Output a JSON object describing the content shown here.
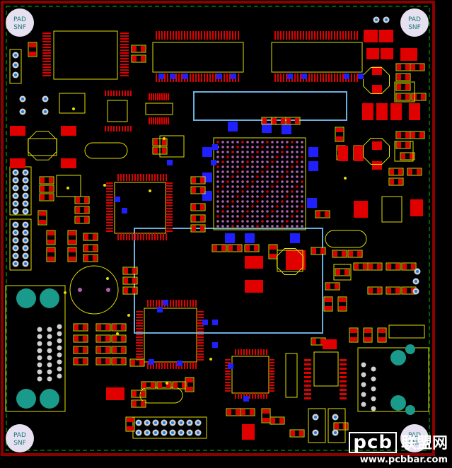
{
  "board": {
    "background": "#000000",
    "border_color": "#8b0000",
    "keepout_color": "#00c000",
    "pad_color": "#e00000",
    "silk_color": "#e0e000",
    "via_color": "#b060b0",
    "bottom_pad_color": "#2020ff",
    "highlight_color": "#6ab0e0"
  },
  "corner_pads": [
    {
      "id": "tl",
      "line1": "PAD",
      "line2": "SNF"
    },
    {
      "id": "tr",
      "line1": "PAD",
      "line2": "SNF"
    },
    {
      "id": "bl",
      "line1": "PAD",
      "line2": "SNF"
    },
    {
      "id": "br",
      "line1": "PAD",
      "line2": "SNF"
    }
  ],
  "watermark": {
    "logo": "pcb",
    "cn": "联盟网",
    "url": "www.pcbbar.com"
  }
}
